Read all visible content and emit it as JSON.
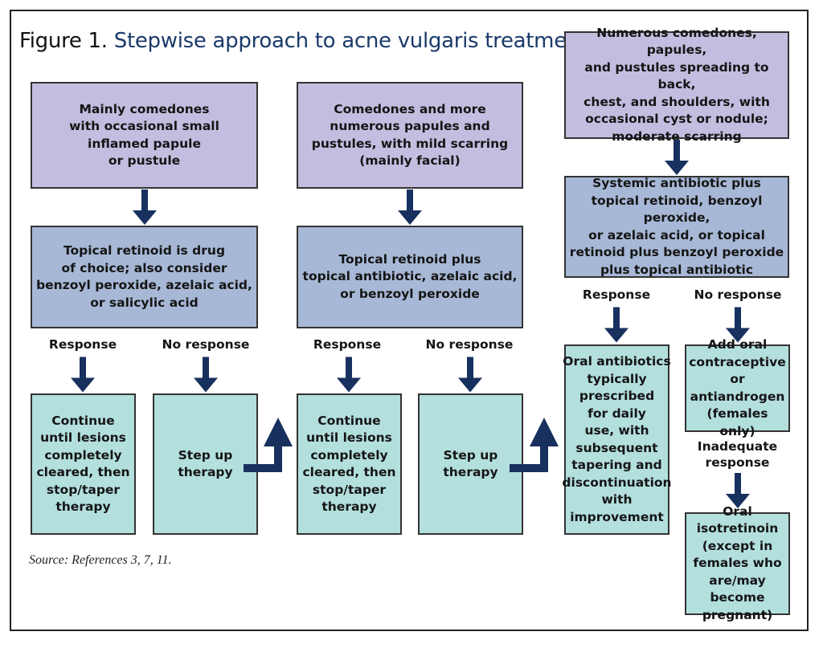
{
  "figure": {
    "label": "Figure 1.",
    "title": "Stepwise approach to acne vulgaris treatment.",
    "source": "Source: References 3, 7, 11."
  },
  "colors": {
    "severity_box": "#c5bde0",
    "therapy_box": "#a7b8d6",
    "outcome_box": "#b3dfdd",
    "arrow": "#17305e"
  },
  "columns": [
    {
      "severity": "Mainly comedones\nwith occasional small\ninflamed papule\nor pustule",
      "therapy": "Topical retinoid is drug\nof choice; also consider\nbenzoyl peroxide, azelaic acid,\nor salicylic acid",
      "response_label": "Response",
      "no_response_label": "No response",
      "response_outcome": "Continue\nuntil lesions\ncompletely\ncleared, then\nstop/taper\ntherapy",
      "no_response_outcome": "Step up\ntherapy"
    },
    {
      "severity": "Comedones and more\nnumerous papules and\npustules, with mild scarring\n(mainly facial)",
      "therapy": "Topical retinoid plus\ntopical antibiotic, azelaic acid,\nor benzoyl peroxide",
      "response_label": "Response",
      "no_response_label": "No response",
      "response_outcome": "Continue\nuntil lesions\ncompletely\ncleared, then\nstop/taper\ntherapy",
      "no_response_outcome": "Step up\ntherapy"
    },
    {
      "severity": "Numerous comedones, papules,\nand pustules spreading to back,\nchest, and shoulders, with\noccasional cyst or nodule;\nmoderate scarring",
      "therapy": "Systemic antibiotic plus\ntopical retinoid, benzoyl peroxide,\nor azelaic acid, or topical\nretinoid plus benzoyl peroxide\nplus topical antibiotic",
      "response_label": "Response",
      "no_response_label": "No response",
      "response_outcome": "Oral antibiotics\ntypically\nprescribed\nfor daily\nuse, with\nsubsequent\ntapering and\ndiscontinuation\nwith\nimprovement",
      "no_response_outcome": "Add oral\ncontraceptive\nor antiandrogen\n(females only)",
      "inadequate_label": "Inadequate\nresponse",
      "final_outcome": "Oral isotretinoin\n(except in\nfemales who\nare/may become\npregnant)"
    }
  ]
}
